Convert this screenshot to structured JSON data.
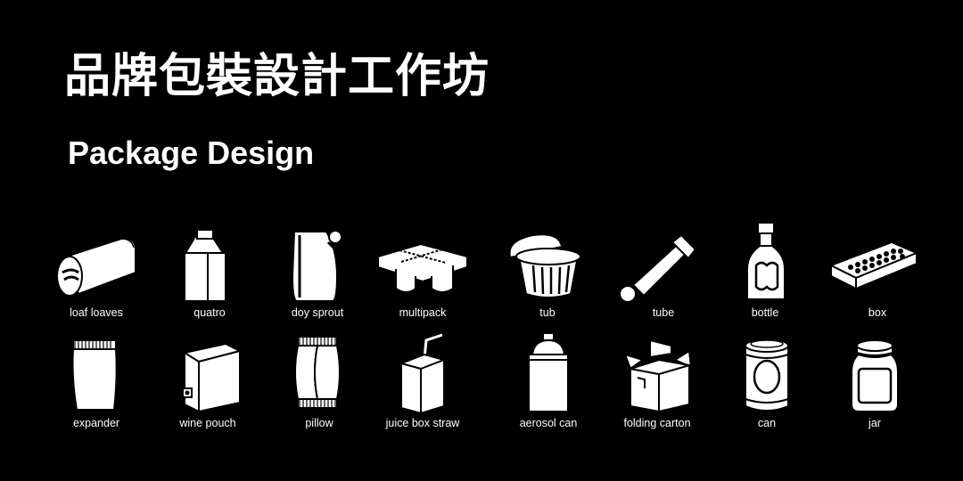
{
  "title": "品牌包裝設計工作坊",
  "subtitle": "Package Design",
  "packages": [
    {
      "label": "loaf loaves",
      "icon": "loaf-icon"
    },
    {
      "label": "quatro",
      "icon": "quatro-carton-icon"
    },
    {
      "label": "doy sprout",
      "icon": "doy-spout-pouch-icon"
    },
    {
      "label": "multipack",
      "icon": "multipack-icon"
    },
    {
      "label": "tub",
      "icon": "tub-icon"
    },
    {
      "label": "tube",
      "icon": "tube-icon"
    },
    {
      "label": "bottle",
      "icon": "bottle-icon"
    },
    {
      "label": "box",
      "icon": "box-icon"
    },
    {
      "label": "expander",
      "icon": "expander-bag-icon"
    },
    {
      "label": "wine pouch",
      "icon": "wine-pouch-box-icon"
    },
    {
      "label": "pillow",
      "icon": "pillow-pack-icon"
    },
    {
      "label": "juice box straw",
      "icon": "juice-box-icon"
    },
    {
      "label": "aerosol can",
      "icon": "aerosol-can-icon"
    },
    {
      "label": "folding carton",
      "icon": "folding-carton-icon"
    },
    {
      "label": "can",
      "icon": "can-icon"
    },
    {
      "label": "jar",
      "icon": "jar-icon"
    }
  ]
}
